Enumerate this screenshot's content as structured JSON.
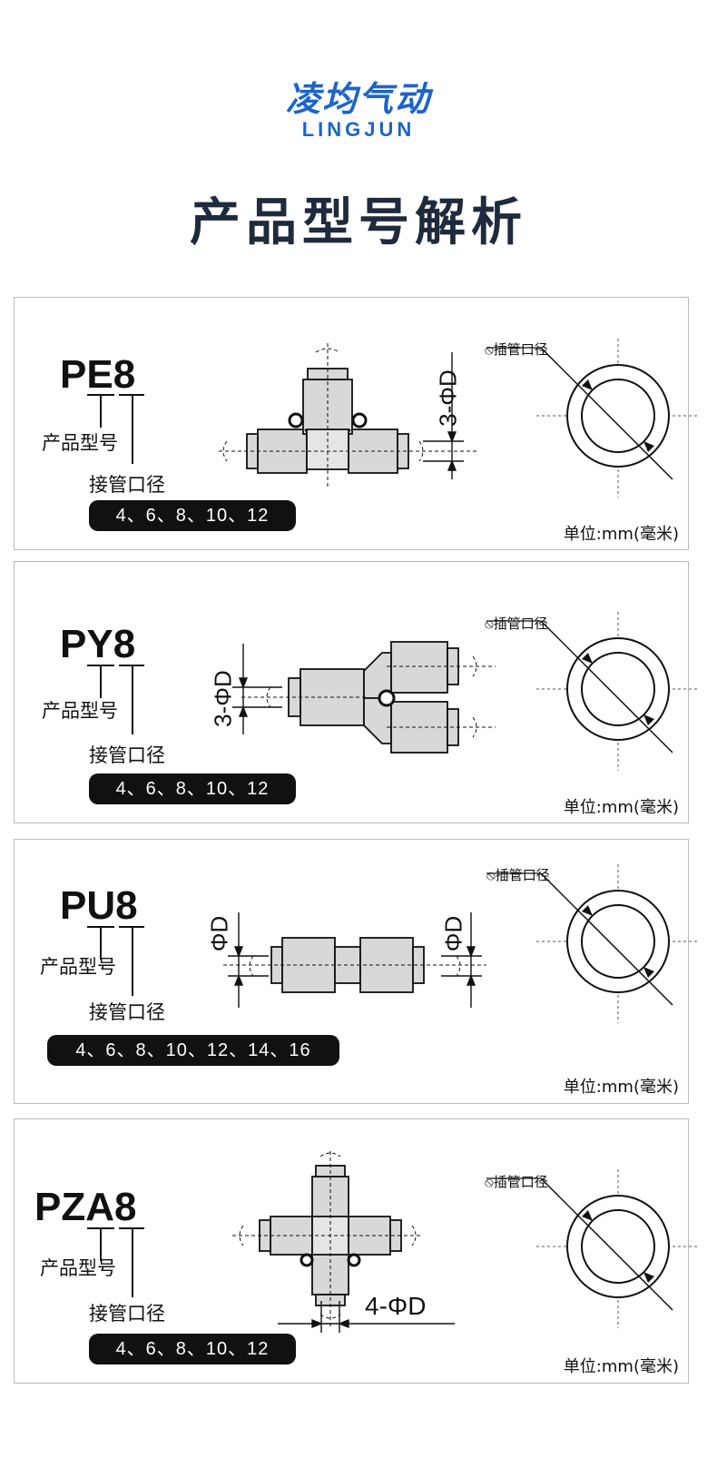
{
  "brand": {
    "name_cn": "凌均气动",
    "name_en": "LINGJUN"
  },
  "title": "产品型号解析",
  "cards": [
    {
      "model": "PE8",
      "type_label": "产品型号",
      "dia_label": "接管口径",
      "sizes": "4、6、8、10、12",
      "dim_label": "3-ΦD",
      "legend": "插管口径",
      "unit": "单位:mm(毫米)"
    },
    {
      "model": "PY8",
      "type_label": "产品型号",
      "dia_label": "接管口径",
      "sizes": "4、6、8、10、12",
      "dim_label": "3-ΦD",
      "legend": "插管口径",
      "unit": "单位:mm(毫米)"
    },
    {
      "model": "PU8",
      "type_label": "产品型号",
      "dia_label": "接管口径",
      "sizes": "4、6、8、10、12、14、16",
      "dim_label": "ΦD",
      "legend": "插管口径",
      "unit": "单位:mm(毫米)"
    },
    {
      "model": "PZA8",
      "type_label": "产品型号",
      "dia_label": "接管口径",
      "sizes": "4、6、8、10、12",
      "dim_label": "4-ΦD",
      "legend": "插管口径",
      "unit": "单位:mm(毫米)"
    }
  ]
}
